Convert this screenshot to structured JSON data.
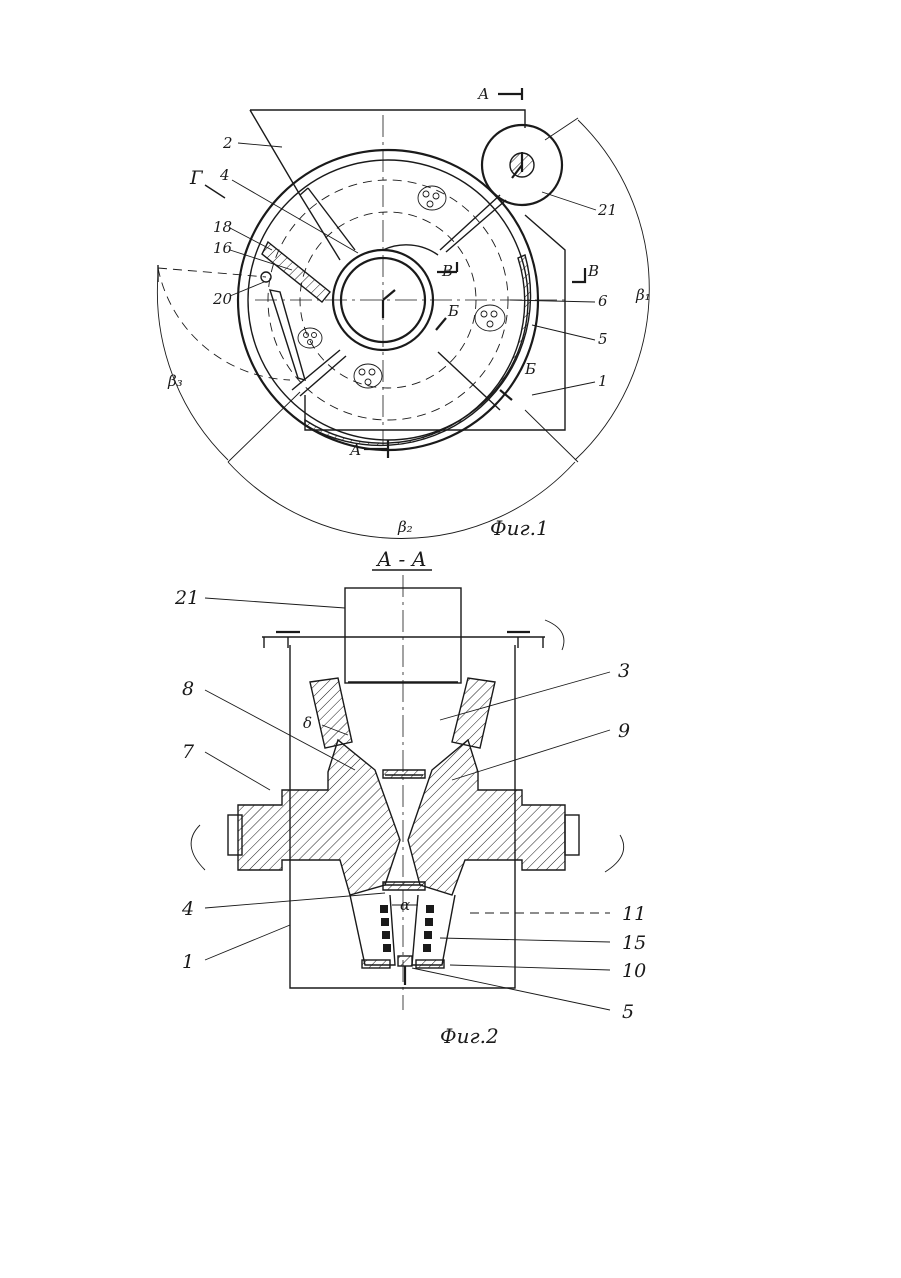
{
  "figure1": {
    "caption": "Фиг.1",
    "section_markers": {
      "a_top": "А",
      "a_bottom": "А",
      "b_upper": "Б",
      "b_lower": "Б",
      "v_left": "В",
      "v_right": "В",
      "g": "Г"
    },
    "parts": [
      "2",
      "4",
      "18",
      "16",
      "20",
      "21",
      "6",
      "5",
      "1"
    ],
    "angles": [
      "β₁",
      "β₂",
      "β₃"
    ]
  },
  "figure2": {
    "section_title": "А - А",
    "caption": "Фиг.2",
    "parts": [
      "21",
      "8",
      "3",
      "9",
      "7",
      "4",
      "11",
      "15",
      "1",
      "10",
      "5"
    ],
    "dims": {
      "gap": "δ",
      "angle": "α"
    }
  }
}
